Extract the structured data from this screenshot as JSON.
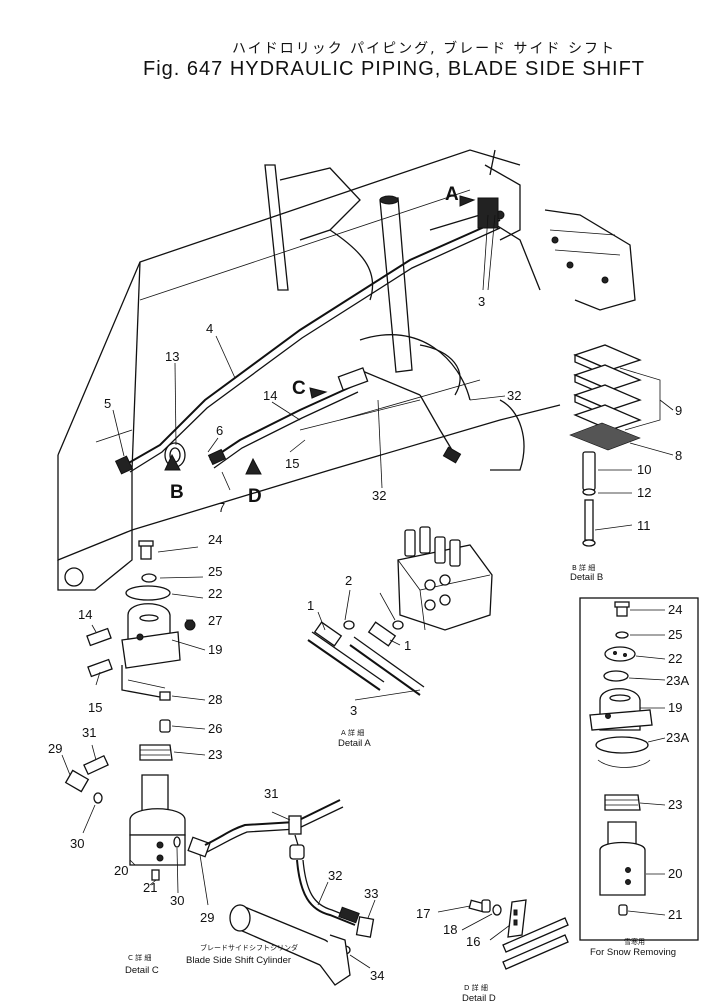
{
  "title": {
    "jp": "ハイドロリック パイピング, ブレード サイド シフト",
    "en": "Fig. 647  HYDRAULIC PIPING, BLADE SIDE SHIFT"
  },
  "arrows": {
    "a": "A",
    "b": "B",
    "c": "C",
    "d": "D"
  },
  "parts": {
    "p1": "1",
    "p2": "2",
    "p3": "3",
    "p4": "4",
    "p5": "5",
    "p6": "6",
    "p7": "7",
    "p8": "8",
    "p9": "9",
    "p10": "10",
    "p11": "11",
    "p12": "12",
    "p13": "13",
    "p14": "14",
    "p15": "15",
    "p16": "16",
    "p17": "17",
    "p18": "18",
    "p19": "19",
    "p20": "20",
    "p21": "21",
    "p22": "22",
    "p23": "23",
    "p23a": "23A",
    "p24": "24",
    "p25": "25",
    "p26": "26",
    "p27": "27",
    "p28": "28",
    "p29": "29",
    "p30": "30",
    "p31": "31",
    "p32": "32",
    "p33": "33",
    "p34": "34"
  },
  "captions": {
    "detail_a": {
      "jp": "A 詳 細",
      "en": "Detail A"
    },
    "detail_b": {
      "jp": "B 詳 細",
      "en": "Detail B"
    },
    "detail_c": {
      "jp": "C 詳 細",
      "en": "Detail C"
    },
    "detail_d": {
      "jp": "D 詳 細",
      "en": "Detail D"
    },
    "snow": {
      "jp": "雪寒用",
      "en": "For Snow Removing"
    },
    "cylinder": {
      "jp": "ブレードサイドシフトシリンダ",
      "en": "Blade Side Shift Cylinder"
    }
  }
}
